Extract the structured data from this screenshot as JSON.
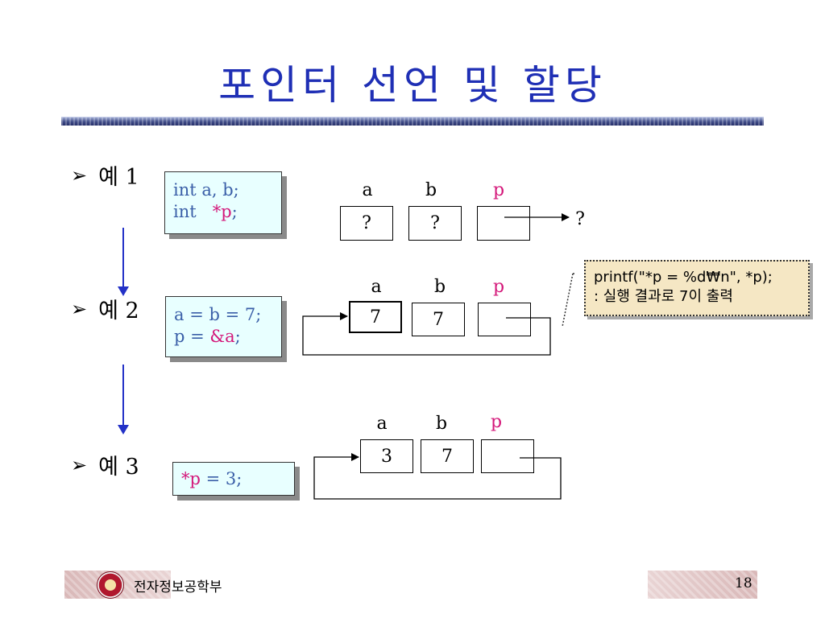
{
  "title": "포인터 선언 및 할당",
  "examples": [
    {
      "label": "예 1",
      "code": [
        {
          "plain": "int   a, b;",
          "hl": ""
        },
        {
          "plain": "int   ",
          "hl": "*p",
          "tail": ";"
        }
      ],
      "cells": [
        {
          "name": "a",
          "value": "?"
        },
        {
          "name": "b",
          "value": "?"
        },
        {
          "name": "p",
          "value": ""
        }
      ],
      "pointer_target": "?"
    },
    {
      "label": "예 2",
      "code": [
        {
          "plain": "a = b = 7;"
        },
        {
          "plain": "p = ",
          "hl": "&a",
          "tail": ";"
        }
      ],
      "cells": [
        {
          "name": "a",
          "value": "7"
        },
        {
          "name": "b",
          "value": "7"
        },
        {
          "name": "p",
          "value": ""
        }
      ]
    },
    {
      "label": "예 3",
      "code": [
        {
          "plain": "",
          "hl": "*p",
          "tail": " = 3;"
        }
      ],
      "cells": [
        {
          "name": "a",
          "value": "3"
        },
        {
          "name": "b",
          "value": "7"
        },
        {
          "name": "p",
          "value": ""
        }
      ]
    }
  ],
  "callout": {
    "line1": "printf(\"*p = %d₩n\", *p);",
    "line2": ": 실행 결과로 7이 출력"
  },
  "footer": {
    "department": "전자정보공학부",
    "page": "18"
  },
  "colors": {
    "title": "#1f2fb5",
    "code_text": "#3a5fa8",
    "highlight": "#d4187a",
    "code_bg": "#e8ffff",
    "callout_bg": "#f5e7c4",
    "flow_arrow": "#2331c7"
  }
}
